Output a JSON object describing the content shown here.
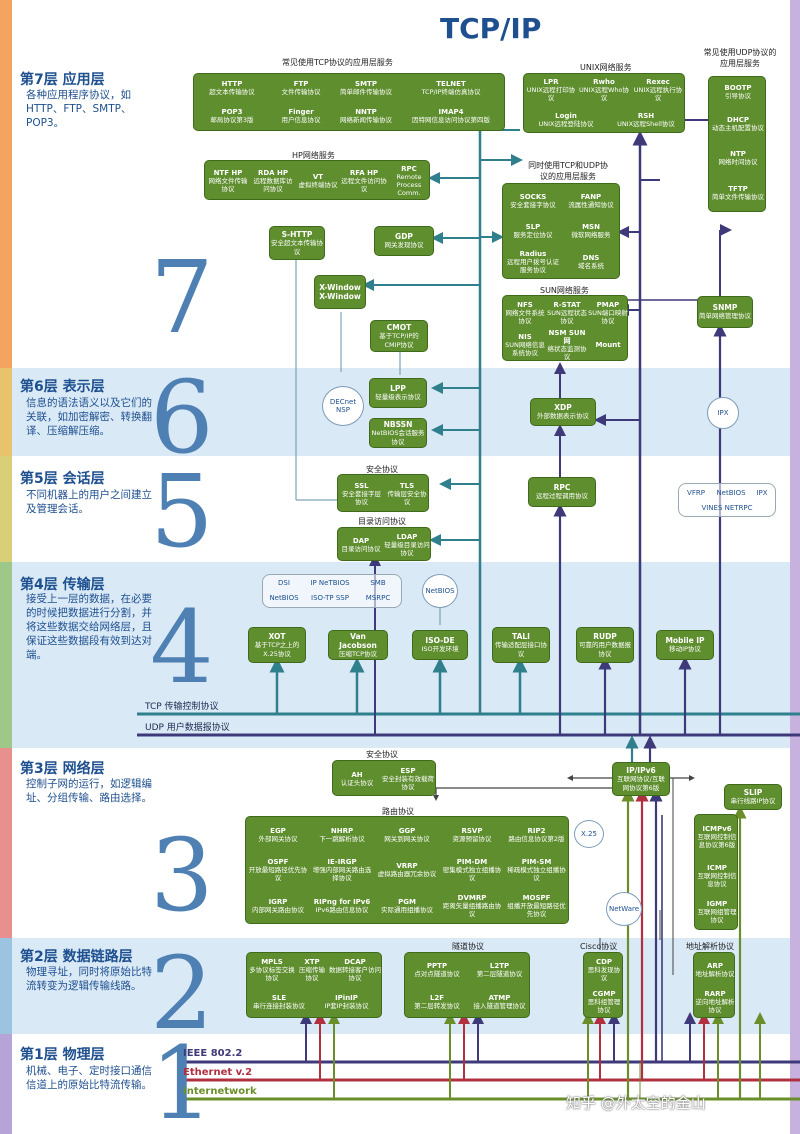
{
  "title": "TCP/IP",
  "layers": {
    "l7": {
      "title": "第7层  应用层",
      "desc": "各种应用程序协议，如HTTP、FTP、SMTP、POP3。",
      "num": "7"
    },
    "l6": {
      "title": "第6层  表示层",
      "desc": "信息的语法语义以及它们的关联，如加密解密、转换翻译、压缩解压缩。",
      "num": "6"
    },
    "l5": {
      "title": "第5层  会话层",
      "desc": "不同机器上的用户之间建立及管理会话。",
      "num": "5"
    },
    "l4": {
      "title": "第4层  传输层",
      "desc": "接受上一层的数据，在必要的时候把数据进行分割，并将这些数据交给网络层，且保证这些数据段有效到达对端。",
      "num": "4"
    },
    "l3": {
      "title": "第3层  网络层",
      "desc": "控制子网的运行，如逻辑编址、分组传输、路由选择。",
      "num": "3"
    },
    "l2": {
      "title": "第2层  数据链路层",
      "desc": "物理寻址，同时将原始比特流转变为逻辑传输线路。",
      "num": "2"
    },
    "l1": {
      "title": "第1层  物理层",
      "desc": "机械、电子、定时接口通信信道上的原始比特流传输。",
      "num": "1"
    }
  },
  "labels": {
    "tcp_app": "常见使用TCP协议的应用层服务",
    "unix": "UNIX网络服务",
    "udp_app": "常见使用UDP协议的应用层服务",
    "hp": "HP网络服务",
    "tcpudp": "同时使用TCP和UDP协议的应用层服务",
    "sun": "SUN网络服务",
    "security5": "安全协议",
    "directory": "目录访问协议",
    "security3": "安全协议",
    "routing": "路由协议",
    "tunnel": "隧道协议",
    "cisco": "Cisco协议",
    "addr": "地址解析协议",
    "tcp_bus": "TCP 传输控制协议",
    "udp_bus": "UDP 用户数据报协议",
    "ieee": "IEEE 802.2",
    "ethernet": "Ethernet v.2",
    "internetwork": "Internetwork",
    "watermark": "知乎 @外太空的金山"
  },
  "tcp_app": [
    {
      "n": "HTTP",
      "d": "超文本传输协议"
    },
    {
      "n": "FTP",
      "d": "文件传输协议"
    },
    {
      "n": "SMTP",
      "d": "简单邮件传输协议"
    },
    {
      "n": "TELNET",
      "d": "TCP/IP终端仿真协议"
    },
    {
      "n": "POP3",
      "d": "邮局协议第3版"
    },
    {
      "n": "Finger",
      "d": "用户信息协议"
    },
    {
      "n": "NNTP",
      "d": "网络新闻传输协议"
    },
    {
      "n": "IMAP4",
      "d": "因特网信息访问协议第四版"
    }
  ],
  "unix": [
    {
      "n": "LPR",
      "d": "UNIX远程打印协议"
    },
    {
      "n": "Rwho",
      "d": "UNIX远程Who协议"
    },
    {
      "n": "Rexec",
      "d": "UNIX远程执行协议"
    },
    {
      "n": "Login",
      "d": "UNIX远程登陆协议"
    },
    {
      "n": "RSH",
      "d": "UNIX远程Shell协议"
    }
  ],
  "udp_app": [
    {
      "n": "BOOTP",
      "d": "引导协议"
    },
    {
      "n": "DHCP",
      "d": "动态主机配置协议"
    },
    {
      "n": "NTP",
      "d": "网络时间协议"
    },
    {
      "n": "TFTP",
      "d": "简单文件传输协议"
    }
  ],
  "hp": [
    {
      "n": "NTF HP",
      "d": "网络文件传输协议"
    },
    {
      "n": "RDA HP",
      "d": "远程数据库访问协议"
    },
    {
      "n": "VT",
      "d": "虚拟终端协议"
    },
    {
      "n": "RFA HP",
      "d": "远程文件访问协议"
    },
    {
      "n": "RPC",
      "d": "Remote Process Comm."
    }
  ],
  "tcpudp": [
    {
      "n": "SOCKS",
      "d": "安全套接字协议"
    },
    {
      "n": "FANP",
      "d": "流属性通知协议"
    },
    {
      "n": "SLP",
      "d": "服务定位协议"
    },
    {
      "n": "MSN",
      "d": "微软网络服务"
    },
    {
      "n": "Radius",
      "d": "远程用户拨号认证服务协议"
    },
    {
      "n": "DNS",
      "d": "域名系统"
    }
  ],
  "sun": [
    {
      "n": "NFS",
      "d": "网络文件系统协议"
    },
    {
      "n": "R-STAT",
      "d": "SUN远程状态协议"
    },
    {
      "n": "PMAP",
      "d": "SUN端口映射协议"
    },
    {
      "n": "NIS",
      "d": "SUN网络信息系统协议"
    },
    {
      "n": "NSM SUN网",
      "d": "络状态监测协议"
    },
    {
      "n": "Mount",
      "d": ""
    }
  ],
  "shttp": {
    "n": "S-HTTP",
    "d": "安全超文本传输协议"
  },
  "gdp": {
    "n": "GDP",
    "d": "网关发现协议"
  },
  "xwindow": {
    "n": "X-Window",
    "d": "X-Window"
  },
  "cmot": {
    "n": "CMOT",
    "d": "基于TCP/IP的CMIP协议"
  },
  "snmp": {
    "n": "SNMP",
    "d": "简单网络管理协议"
  },
  "ipx": "IPX",
  "decnet": "DECnet NSP",
  "lpp": {
    "n": "LPP",
    "d": "轻量级表示协议"
  },
  "nbssn": {
    "n": "NBSSN",
    "d": "NetBIOS会话服务协议"
  },
  "xdp": {
    "n": "XDP",
    "d": "外部数据表示协议"
  },
  "ssl": {
    "n": "SSL",
    "d": "安全套接字层协议"
  },
  "tls": {
    "n": "TLS",
    "d": "传输层安全协议"
  },
  "rpc5": {
    "n": "RPC",
    "d": "远程过程调用协议"
  },
  "dap": {
    "n": "DAP",
    "d": "目录访问协议"
  },
  "ldap": {
    "n": "LDAP",
    "d": "轻量级目录访问协议"
  },
  "vines": {
    "cells": [
      "VFRP",
      "NetBIOS",
      "IPX"
    ],
    "bottom": "VINES NETRPC"
  },
  "l4group": {
    "cells": [
      "DSI",
      "IP NeTBIOS",
      "SMB",
      "NetBIOS",
      "ISO-TP SSP",
      "MSRPC"
    ]
  },
  "netbios_circle": "NetBIOS",
  "xot": {
    "n": "XOT",
    "d": "基于TCP之上的X.25协议"
  },
  "vanj": {
    "n": "Van Jacobson",
    "d": "压缩TCP协议"
  },
  "isode": {
    "n": "ISO-DE",
    "d": "ISO开发环境"
  },
  "tali": {
    "n": "TALI",
    "d": "传输适配层接口协议"
  },
  "rudp": {
    "n": "RUDP",
    "d": "可靠的用户数据报协议"
  },
  "mobileip": {
    "n": "Mobile IP",
    "d": "移动IP协议"
  },
  "ah": {
    "n": "AH",
    "d": "认证头协议"
  },
  "esp": {
    "n": "ESP",
    "d": "安全封装有效载荷协议"
  },
  "ipv6": {
    "n": "IP/IPv6",
    "d": "互联网协议/互联网协议第6版"
  },
  "slip": {
    "n": "SLIP",
    "d": "串行线路IP协议"
  },
  "x25": "X.25",
  "netware": "NetWare",
  "routing": [
    {
      "n": "EGP",
      "d": "外部网关协议"
    },
    {
      "n": "NHRP",
      "d": "下一跳解析协议"
    },
    {
      "n": "GGP",
      "d": "网关到网关协议"
    },
    {
      "n": "RSVP",
      "d": "资源预留协议"
    },
    {
      "n": "RIP2",
      "d": "路由信息协议第2版"
    },
    {
      "n": "OSPF",
      "d": "开放最短路径优先协议"
    },
    {
      "n": "IE-IRGP",
      "d": "增强内部网关路由选择协议"
    },
    {
      "n": "VRRP",
      "d": "虚拟路由器冗余协议"
    },
    {
      "n": "PIM-DM",
      "d": "密集模式独立组播协议"
    },
    {
      "n": "PIM-SM",
      "d": "稀疏模式独立组播协议"
    },
    {
      "n": "IGRP",
      "d": "内部网关路由协议"
    },
    {
      "n": "RIPng for IPv6",
      "d": "IPv6路由信息协议"
    },
    {
      "n": "PGM",
      "d": "实际通用组播协议"
    },
    {
      "n": "DVMRP",
      "d": "距离矢量组播路由协议"
    },
    {
      "n": "MOSPF",
      "d": "组播开放最短路径优先协议"
    }
  ],
  "icmp": [
    {
      "n": "ICMPv6",
      "d": "互联网控制信息协议第6版"
    },
    {
      "n": "ICMP",
      "d": "互联网控制信息协议"
    },
    {
      "n": "IGMP",
      "d": "互联网组管理协议"
    }
  ],
  "l2left": [
    {
      "n": "MPLS",
      "d": "多协议标签交换协议"
    },
    {
      "n": "XTP",
      "d": "压缩传输协议"
    },
    {
      "n": "DCAP",
      "d": "数据转接客户访问协议"
    },
    {
      "n": "SLE",
      "d": "串行连接封装协议"
    },
    {
      "n": "IPinIP",
      "d": "IP套IP封装协议"
    }
  ],
  "tunnel": [
    {
      "n": "PPTP",
      "d": "点对点隧道协议"
    },
    {
      "n": "L2TP",
      "d": "第二层隧道协议"
    },
    {
      "n": "L2F",
      "d": "第二层转发协议"
    },
    {
      "n": "ATMP",
      "d": "接入隧道管理协议"
    }
  ],
  "cisco": [
    {
      "n": "CDP",
      "d": "思科发现协议"
    },
    {
      "n": "CGMP",
      "d": "思科组管理协议"
    }
  ],
  "addr": [
    {
      "n": "ARP",
      "d": "地址解析协议"
    },
    {
      "n": "RARP",
      "d": "逆向地址解析协议"
    }
  ]
}
